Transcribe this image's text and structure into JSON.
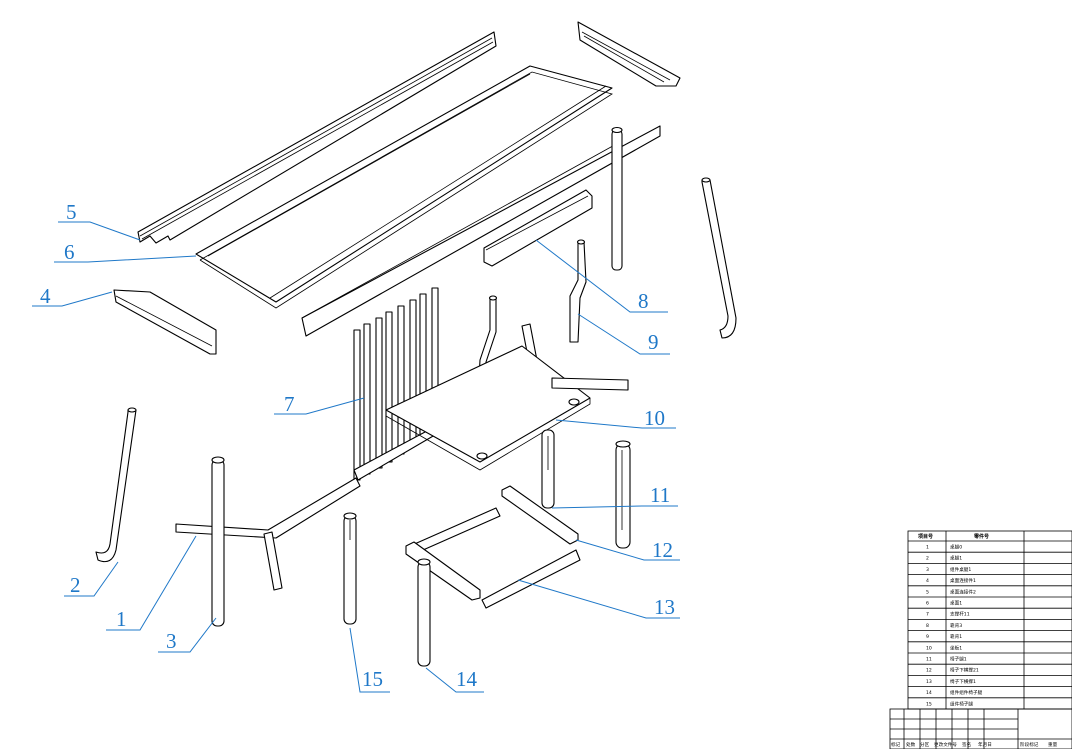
{
  "callouts": [
    {
      "id": "1",
      "label": "1"
    },
    {
      "id": "2",
      "label": "2"
    },
    {
      "id": "3",
      "label": "3"
    },
    {
      "id": "4",
      "label": "4"
    },
    {
      "id": "5",
      "label": "5"
    },
    {
      "id": "6",
      "label": "6"
    },
    {
      "id": "7",
      "label": "7"
    },
    {
      "id": "8",
      "label": "8"
    },
    {
      "id": "9",
      "label": "9"
    },
    {
      "id": "10",
      "label": "10"
    },
    {
      "id": "11",
      "label": "11"
    },
    {
      "id": "12",
      "label": "12"
    },
    {
      "id": "13",
      "label": "13"
    },
    {
      "id": "14",
      "label": "14"
    },
    {
      "id": "15",
      "label": "15"
    }
  ],
  "bom": {
    "header": {
      "no": "项目号",
      "name": "零件号"
    },
    "rows": [
      {
        "no": "1",
        "name": "桌腿0"
      },
      {
        "no": "2",
        "name": "桌腿1"
      },
      {
        "no": "3",
        "name": "组件桌腿1"
      },
      {
        "no": "4",
        "name": "桌面连接件1"
      },
      {
        "no": "5",
        "name": "桌面连接件2"
      },
      {
        "no": "6",
        "name": "桌面1"
      },
      {
        "no": "7",
        "name": "支撑杆11"
      },
      {
        "no": "8",
        "name": "靠背3"
      },
      {
        "no": "9",
        "name": "靠背1"
      },
      {
        "no": "10",
        "name": "坐板1"
      },
      {
        "no": "11",
        "name": "椅子腿1"
      },
      {
        "no": "12",
        "name": "椅子下横撑21"
      },
      {
        "no": "13",
        "name": "椅子下横撑1"
      },
      {
        "no": "14",
        "name": "组件组件椅子腿"
      },
      {
        "no": "15",
        "name": "组件椅子腿"
      }
    ]
  },
  "title_block": {
    "labels": [
      "标记",
      "处数",
      "分区",
      "更改文件号",
      "签名",
      "年月日",
      "阶段标记",
      "重量"
    ]
  }
}
